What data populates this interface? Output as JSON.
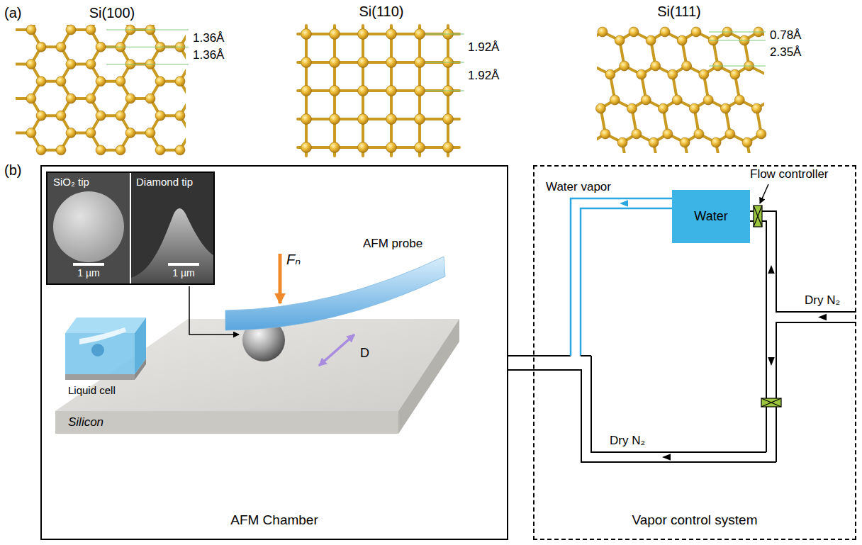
{
  "diagram": {
    "nodes": [
      {
        "text": [
          "AFM Chamber"
        ]
      },
      {
        "text": [
          "SiO₂ tip",
          "Diamond tip",
          "1 µm",
          "1 µm"
        ],
        "in": 0
      },
      {
        "text": [
          "Vapor control system"
        ]
      },
      {
        "text": [
          "Water"
        ],
        "in": 2
      }
    ],
    "edges": [
      {
        "from": 0,
        "to": 2,
        "arrow": "none"
      }
    ],
    "labels": [
      "(a)",
      "Si(100)",
      "1.36Å",
      "1.36Å",
      "Si(110)",
      "1.92Å",
      "1.92Å",
      "Si(111)",
      "0.78Å",
      "2.35Å",
      "(b)",
      "AFM probe",
      "Fₙ",
      "D",
      "Liquid cell",
      "Silicon",
      "Water vapor",
      "Flow controller",
      "Dry N₂",
      "Dry N₂"
    ]
  }
}
